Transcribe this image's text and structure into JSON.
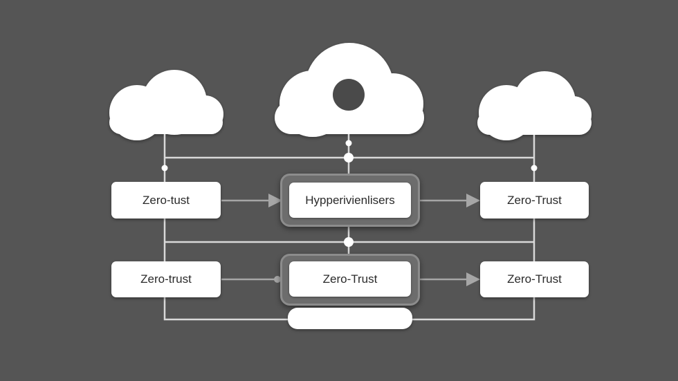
{
  "diagram": {
    "nodes": {
      "top_left": "Zero-tust",
      "center_top": "Hypperivienlisers",
      "top_right": "Zero-Trust",
      "bottom_left": "Zero-trust",
      "center_bottom": "Zero-Trust",
      "bottom_right": "Zero-Trust",
      "base": ""
    },
    "colors": {
      "background": "#555555",
      "node_fill": "#ffffff",
      "connector": "#d9d9d9",
      "arrow": "#a6a6a6",
      "halo": "#6d6d6d"
    },
    "icons": [
      "cloud-icon",
      "cloud-icon",
      "cloud-icon"
    ]
  }
}
